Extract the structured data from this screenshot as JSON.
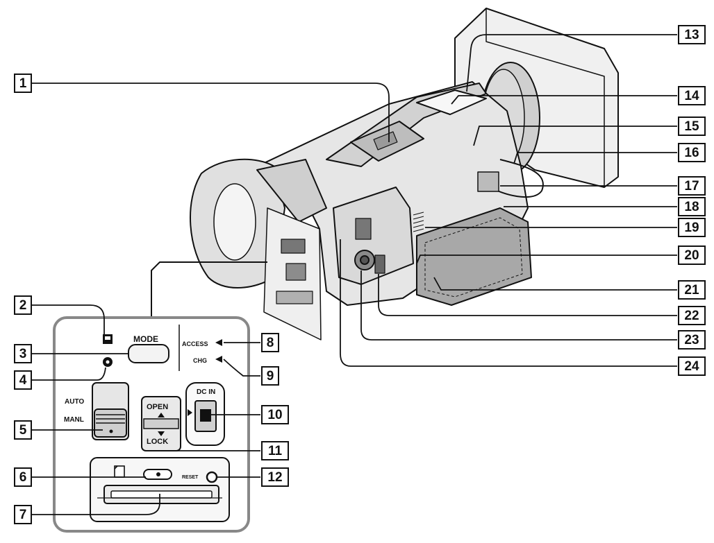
{
  "diagram": {
    "callouts": [
      "1",
      "2",
      "3",
      "4",
      "5",
      "6",
      "7",
      "8",
      "9",
      "10",
      "11",
      "12",
      "13",
      "14",
      "15",
      "16",
      "17",
      "18",
      "19",
      "20",
      "21",
      "22",
      "23",
      "24"
    ],
    "panel": {
      "mode": "MODE",
      "access": "ACCESS",
      "chg": "CHG",
      "auto": "AUTO",
      "manl": "MANL",
      "dc_in": "DC IN",
      "open": "OPEN",
      "lock": "LOCK",
      "reset": "RESET"
    },
    "colors": {
      "line": "#111111",
      "body_fill": "#e6e6e6",
      "body_dark": "#9a9a9a",
      "panel_border": "#888888"
    }
  }
}
